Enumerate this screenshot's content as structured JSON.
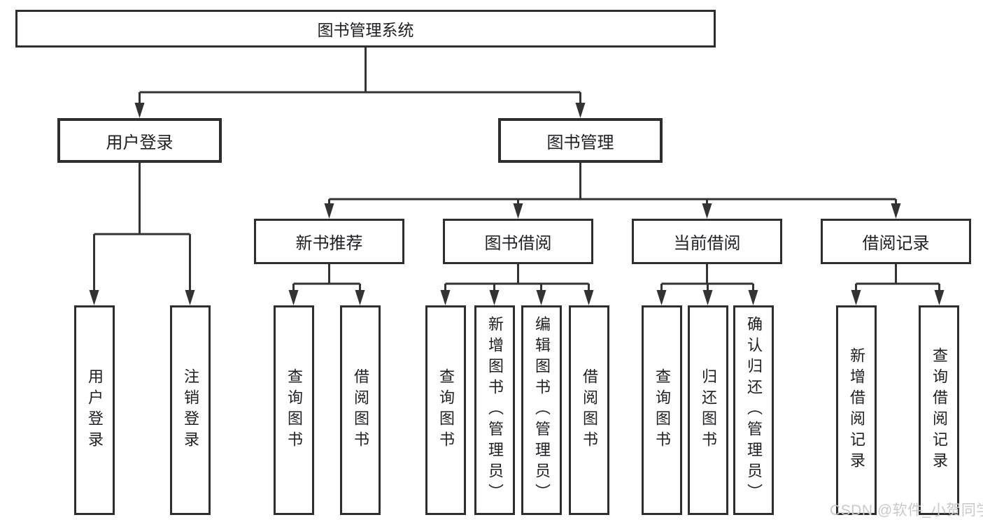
{
  "tree": {
    "label": "图书管理系统",
    "children": [
      {
        "label": "用户登录",
        "children": [
          {
            "label": "用户登录"
          },
          {
            "label": "注销登录"
          }
        ]
      },
      {
        "label": "图书管理",
        "children": [
          {
            "label": "新书推荐",
            "children": [
              {
                "label": "查询图书"
              },
              {
                "label": "借阅图书"
              }
            ]
          },
          {
            "label": "图书借阅",
            "children": [
              {
                "label": "查询图书"
              },
              {
                "label": "新增图书（管理员）"
              },
              {
                "label": "编辑图书（管理员）"
              },
              {
                "label": "借阅图书"
              }
            ]
          },
          {
            "label": "当前借阅",
            "children": [
              {
                "label": "查询图书"
              },
              {
                "label": "归还图书"
              },
              {
                "label": "确认归还（管理员）"
              }
            ]
          },
          {
            "label": "借阅记录",
            "children": [
              {
                "label": "新增借阅记录"
              },
              {
                "label": "查询借阅记录"
              }
            ]
          }
        ]
      }
    ]
  },
  "watermark": {
    "text": "CSDN @软件_小贺同学"
  },
  "colors": {
    "line": "#333333",
    "box_border": "#2e2e2e",
    "text": "#1f1f23",
    "watermark": "#c9c9c9",
    "background": "#ffffff"
  }
}
